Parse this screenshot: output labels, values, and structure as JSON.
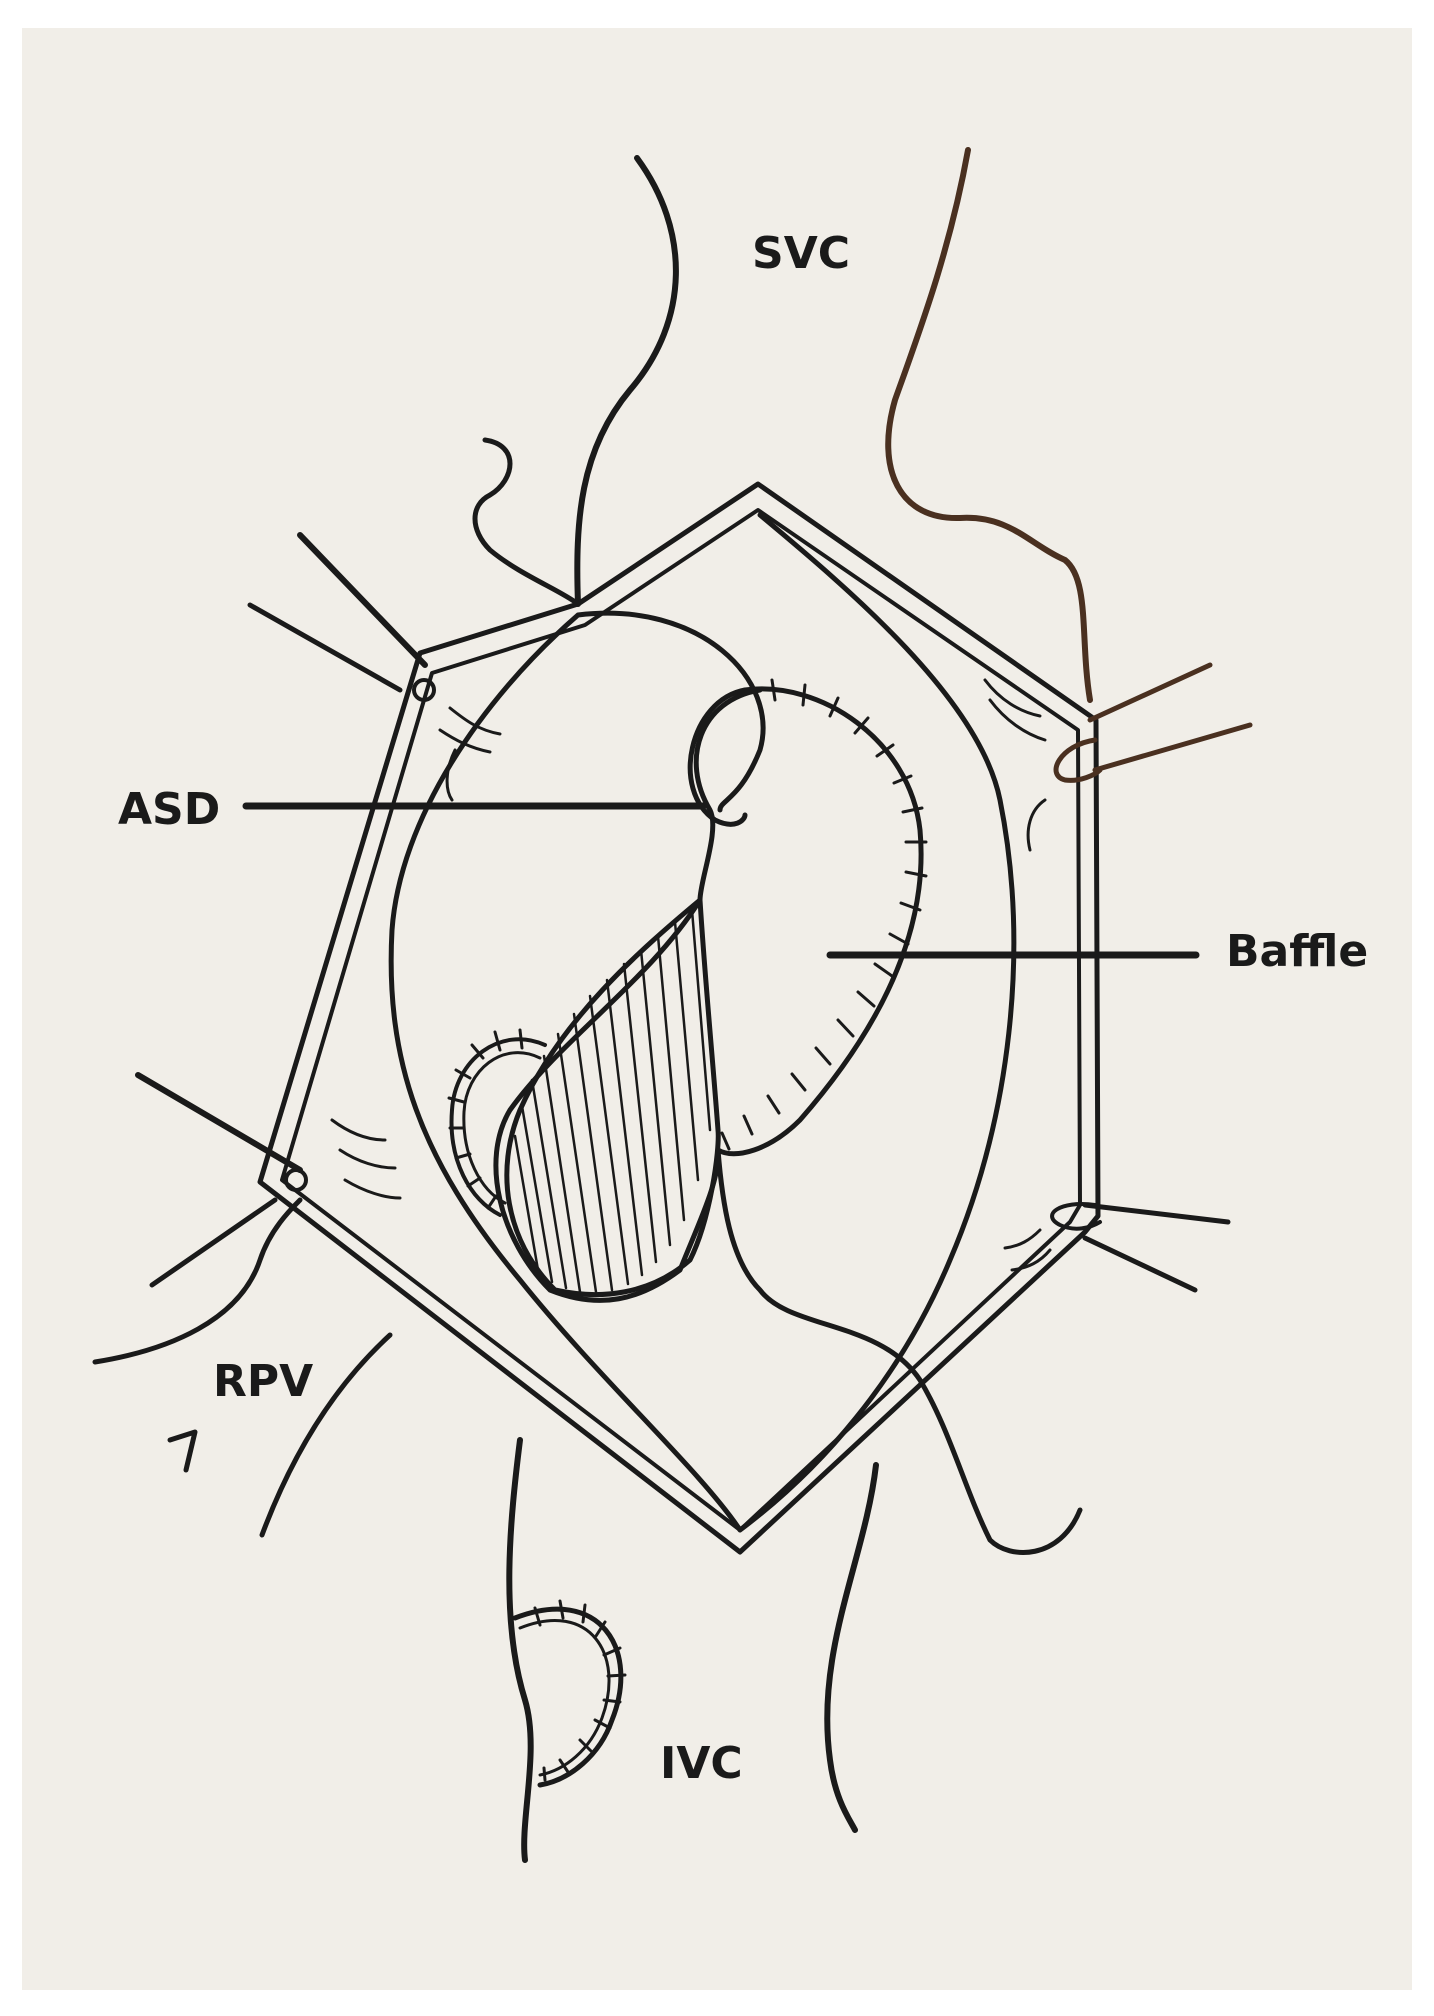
{
  "labels": {
    "svc": "SVC",
    "asd": "ASD",
    "baffle": "Baffle",
    "rpv": "RPV",
    "ivc": "IVC"
  },
  "colors": {
    "background": "#f1eee8",
    "frame": "#ffffff",
    "ink": "#1a1a1a",
    "brown_ink": "#5a3a2a"
  }
}
